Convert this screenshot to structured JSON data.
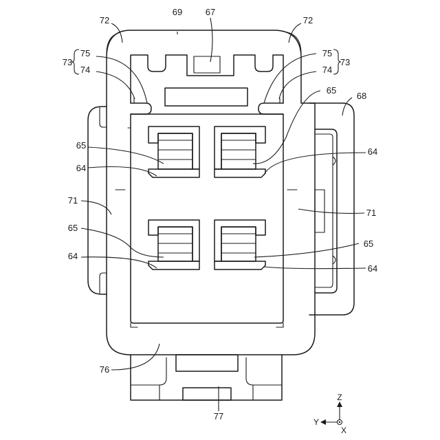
{
  "labels": {
    "l69": "69",
    "l67": "67",
    "l72": "72",
    "l73": "73",
    "l74": "74",
    "l75": "75",
    "l65": "65",
    "l64": "64",
    "l68": "68",
    "l71": "71",
    "l76": "76",
    "l77": "77"
  },
  "axes": {
    "z": "Z",
    "y": "Y",
    "x": "X"
  }
}
